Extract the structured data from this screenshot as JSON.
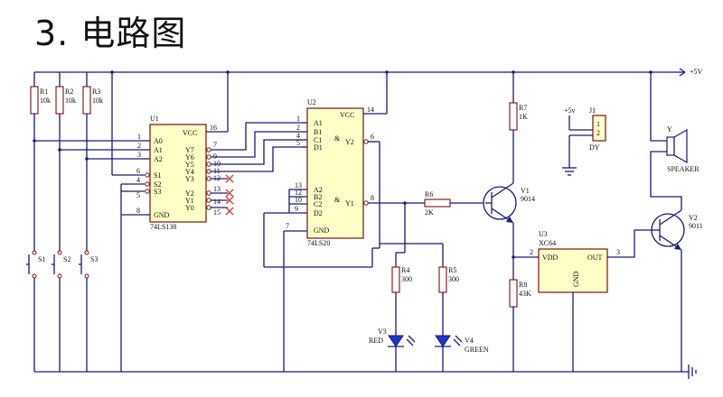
{
  "title": "3. 电路图",
  "supply": {
    "vcc_label": "+5V",
    "j1_vcc_label": "+5v"
  },
  "resistors": {
    "r1": {
      "ref": "R1",
      "value": "10k"
    },
    "r2": {
      "ref": "R2",
      "value": "10k"
    },
    "r3": {
      "ref": "R3",
      "value": "10k"
    },
    "r4": {
      "ref": "R4",
      "value": "300"
    },
    "r5": {
      "ref": "R5",
      "value": "300"
    },
    "r6": {
      "ref": "R6",
      "value": "2K"
    },
    "r7": {
      "ref": "R7",
      "value": "1K"
    },
    "r8": {
      "ref": "R8",
      "value": "43K"
    }
  },
  "switches": {
    "s1": "S1",
    "s2": "S2",
    "s3": "S3"
  },
  "u1": {
    "ref": "U1",
    "part": "74LS138",
    "left_pins": [
      {
        "num": "1",
        "name": "A0"
      },
      {
        "num": "2",
        "name": "A1"
      },
      {
        "num": "3",
        "name": "A2"
      },
      {
        "num": "6",
        "name": "S1"
      },
      {
        "num": "4",
        "name": "S2"
      },
      {
        "num": "5",
        "name": "S3"
      },
      {
        "num": "8",
        "name": "GND"
      }
    ],
    "vcc": {
      "num": "16",
      "name": "VCC"
    },
    "right_pins": [
      {
        "num": "7",
        "name": "Y7"
      },
      {
        "num": "9",
        "name": "Y6"
      },
      {
        "num": "10",
        "name": "Y5"
      },
      {
        "num": "11",
        "name": "Y4"
      },
      {
        "num": "12",
        "name": "Y3"
      },
      {
        "num": "13",
        "name": "Y2"
      },
      {
        "num": "14",
        "name": "Y1"
      },
      {
        "num": "15",
        "name": "Y0"
      }
    ]
  },
  "u2": {
    "ref": "U2",
    "part": "74LS20",
    "vcc": {
      "num": "14",
      "name": "VCC"
    },
    "gnd": {
      "num": "7",
      "name": "GND"
    },
    "gate1_inputs": [
      {
        "num": "1",
        "name": "A1"
      },
      {
        "num": "2",
        "name": "B1"
      },
      {
        "num": "4",
        "name": "C1"
      },
      {
        "num": "5",
        "name": "D1"
      }
    ],
    "gate2_inputs": [
      {
        "num": "13",
        "name": "A2"
      },
      {
        "num": "12",
        "name": "B2"
      },
      {
        "num": "10",
        "name": "C2"
      },
      {
        "num": "9",
        "name": "D2"
      }
    ],
    "out1": {
      "num": "6",
      "name": "Y2"
    },
    "out2": {
      "num": "8",
      "name": "Y1"
    },
    "and_symbol": "&"
  },
  "j1": {
    "ref": "J1",
    "label": "DY",
    "pins": [
      "1",
      "2"
    ]
  },
  "u3": {
    "ref": "U3",
    "part": "XC64",
    "vdd": "VDD",
    "out": "OUT",
    "gnd": "GND",
    "pin_vdd": "2",
    "pin_out": "3"
  },
  "v1": {
    "ref": "V1",
    "part": "9014"
  },
  "v2": {
    "ref": "V2",
    "part": "9011"
  },
  "v3": {
    "ref": "V3",
    "color": "RED"
  },
  "v4": {
    "ref": "V4",
    "color": "GREEN"
  },
  "speaker": {
    "ref": "Y",
    "label": "SPEAKER"
  }
}
